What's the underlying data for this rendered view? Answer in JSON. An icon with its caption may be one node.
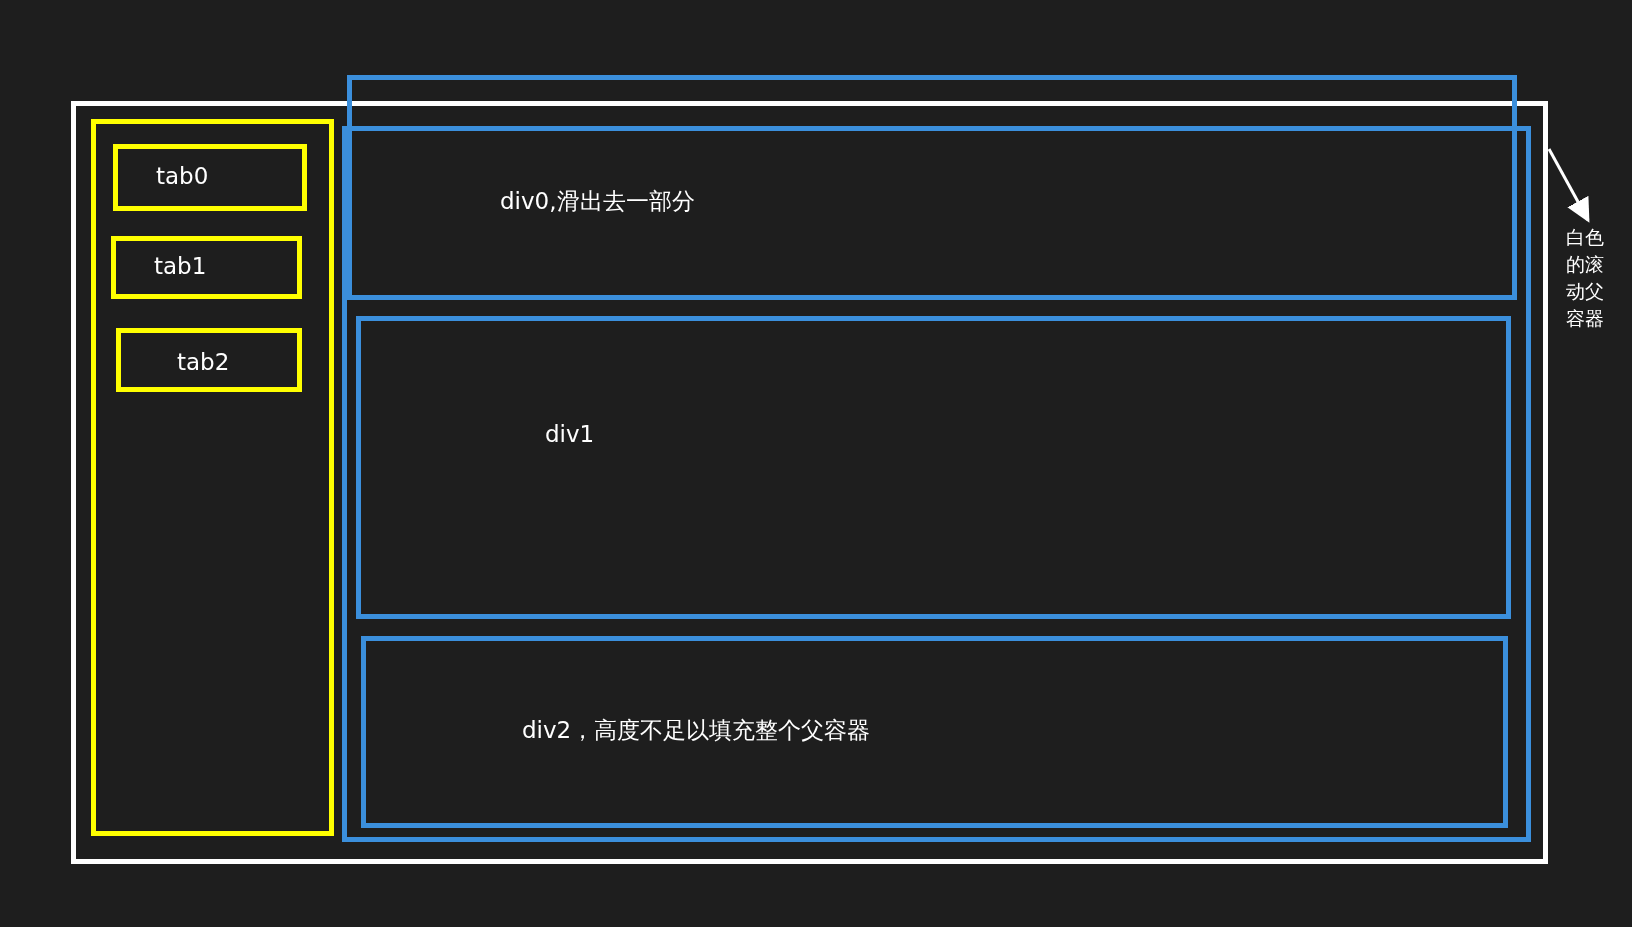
{
  "diagram": {
    "nodes": [
      {
        "text": [],
        "shape": "box"
      },
      {
        "text": [],
        "shape": "box",
        "in": 0
      },
      {
        "text": [
          "tab0"
        ],
        "in": 1
      },
      {
        "text": [
          "tab1"
        ],
        "in": 1
      },
      {
        "text": [
          "tab2"
        ],
        "in": 1
      },
      {
        "text": [
          "div0,滑出去一部分"
        ]
      },
      {
        "text": [],
        "shape": "box",
        "in": 0
      },
      {
        "text": [
          "div1"
        ],
        "in": 6
      },
      {
        "text": [
          "div2，高度不足以填充整个父容器"
        ],
        "in": 6
      },
      {
        "text": [
          "白色的滚动父容器"
        ]
      }
    ],
    "edges": [
      {
        "from": 0,
        "to": 9,
        "arrow": "to"
      }
    ]
  }
}
